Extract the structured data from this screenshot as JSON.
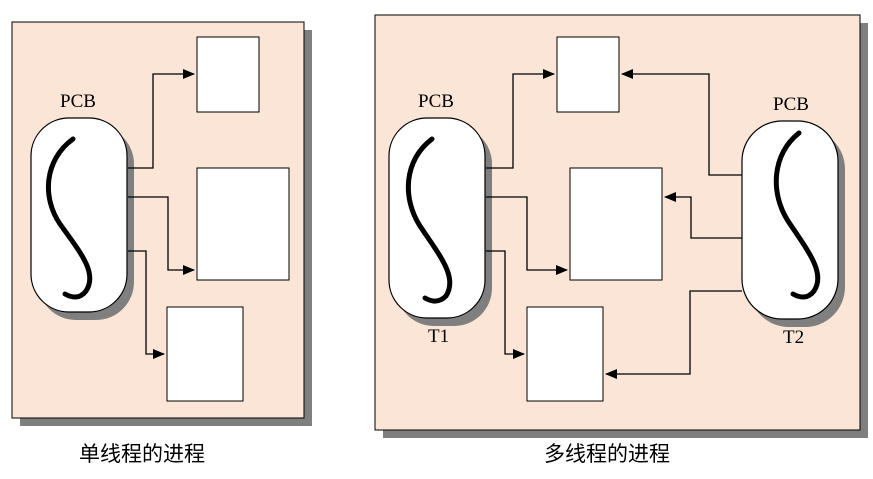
{
  "colors": {
    "panel_fill": "#fbe5d6",
    "panel_shadow": "#7f7f7f",
    "box_fill": "#ffffff",
    "stroke": "#000000"
  },
  "left_panel": {
    "caption": "单线程的进程",
    "pcb": {
      "label": "PCB",
      "glyph": "thread-curve-icon"
    },
    "memory_blocks": 3,
    "arrows": 3
  },
  "right_panel": {
    "caption": "多线程的进程",
    "thread1": {
      "pcb_label": "PCB",
      "name": "T1",
      "glyph": "thread-curve-icon"
    },
    "thread2": {
      "pcb_label": "PCB",
      "name": "T2",
      "glyph": "thread-curve-icon"
    },
    "memory_blocks": 3,
    "arrows_from_t1": 3,
    "arrows_from_t2": 3
  }
}
